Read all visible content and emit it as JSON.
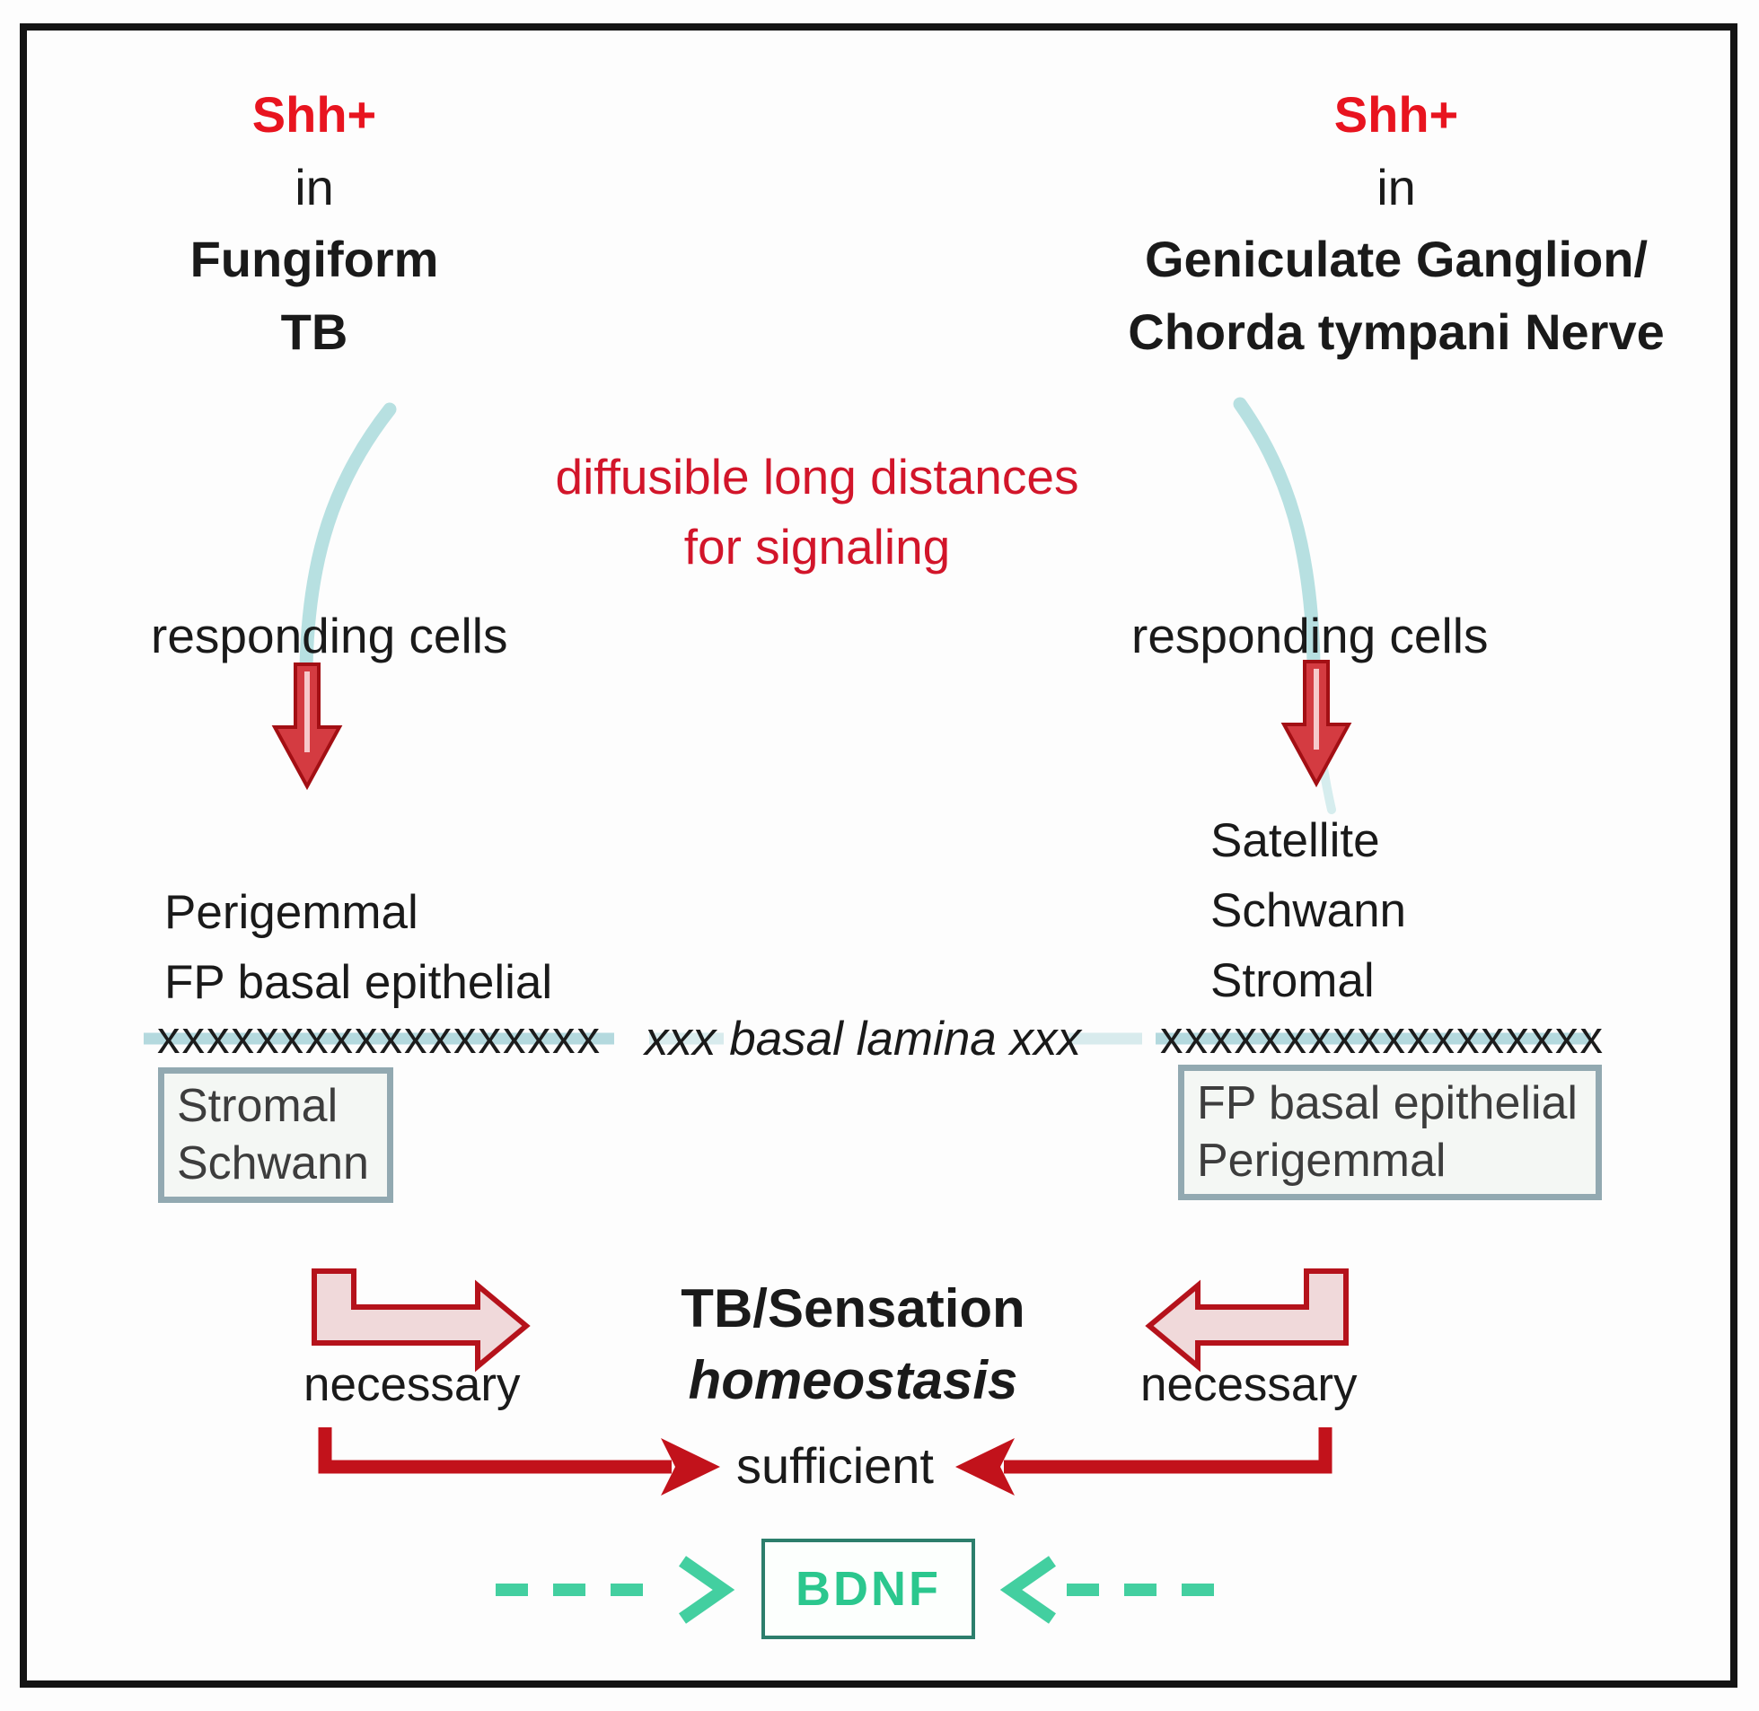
{
  "palette": {
    "shh_red": "#e8141f",
    "note_red": "#d2152a",
    "arrow_red_stroke": "#c2121b",
    "arrow_red_fill": "#d43b41",
    "pale_blue": "#b7e0e1",
    "gray_box_border": "#92a9b1",
    "gray_box_text": "#3d3d3d",
    "bdnf_green": "#2bc78e",
    "bdnf_box_border": "#2c7e6c",
    "dash_green": "#43cfa0"
  },
  "header_left": {
    "gene": "Shh+",
    "preposition": "in",
    "tissue_line1": "Fungiform",
    "tissue_line2": "TB"
  },
  "header_right": {
    "gene": "Shh+",
    "preposition": "in",
    "tissue_line1": "Geniculate Ganglion/",
    "tissue_line2": "Chorda tympani Nerve"
  },
  "diffusion_note": {
    "line1": "diffusible long distances",
    "line2": "for signaling"
  },
  "responding_left": "responding cells",
  "responding_right": "responding cells",
  "targets_left": {
    "line1": "Perigemmal",
    "line2": "FP basal epithelial"
  },
  "targets_right": {
    "line1": "Satellite",
    "line2": "Schwann",
    "line3": "Stromal"
  },
  "basal_lamina": {
    "left_marks": "xxxxxxxxxxxxxxxxxx",
    "label": "xxx basal lamina xxx",
    "right_marks": "xxxxxxxxxxxxxxxxxx"
  },
  "box_left": {
    "line1": "Stromal",
    "line2": "Schwann"
  },
  "box_right": {
    "line1": "FP basal epithelial",
    "line2": "Perigemmal"
  },
  "outcome": {
    "line1": "TB/Sensation",
    "line2": "homeostasis"
  },
  "necessary_left": "necessary",
  "necessary_right": "necessary",
  "sufficient": "sufficient",
  "bdnf_label": "BDNF"
}
